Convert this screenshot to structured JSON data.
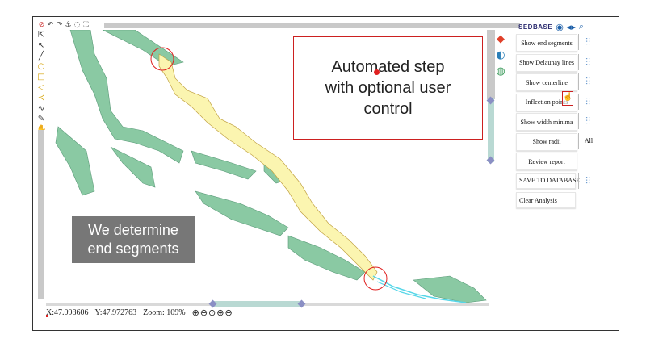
{
  "toolbar_top": {
    "icons": [
      "clear-icon",
      "undo-icon",
      "redo-icon",
      "anchor-icon",
      "target-icon",
      "fullscreen-icon"
    ]
  },
  "toolbar_left": {
    "icons": [
      "select-icon",
      "pointer-icon",
      "line-icon",
      "circle-icon",
      "square-icon",
      "polygon-icon",
      "polyline-icon",
      "curve-icon",
      "eraser-icon",
      "hand-icon"
    ]
  },
  "callout": {
    "lines": [
      "Automated step",
      "with optional user",
      "control"
    ]
  },
  "caption": {
    "lines": [
      "We determine",
      "end segments"
    ]
  },
  "status": {
    "x": "X:47.098606",
    "y": "Y:47.972763",
    "zoom": "Zoom: 109%"
  },
  "brand": {
    "name": "SEDBASE"
  },
  "panel": {
    "buttons": [
      {
        "label": "Show end segments",
        "slider": true
      },
      {
        "label": "Show Delaunay lines",
        "slider": true
      },
      {
        "label": "Show centerline",
        "slider": true
      },
      {
        "label": "Inflection points",
        "slider": true
      },
      {
        "label": "Show width minima",
        "slider": true
      },
      {
        "label": "Show radii",
        "extra": "All"
      },
      {
        "label": "Review report"
      },
      {
        "label": "SAVE TO DATABASE",
        "slider": true
      },
      {
        "label": "Clear Analysis"
      }
    ]
  },
  "colors": {
    "river": "#8ac9a3",
    "highlight": "#fbf5b0",
    "water": "#56d6e8",
    "accent_red": "#cc2020"
  }
}
